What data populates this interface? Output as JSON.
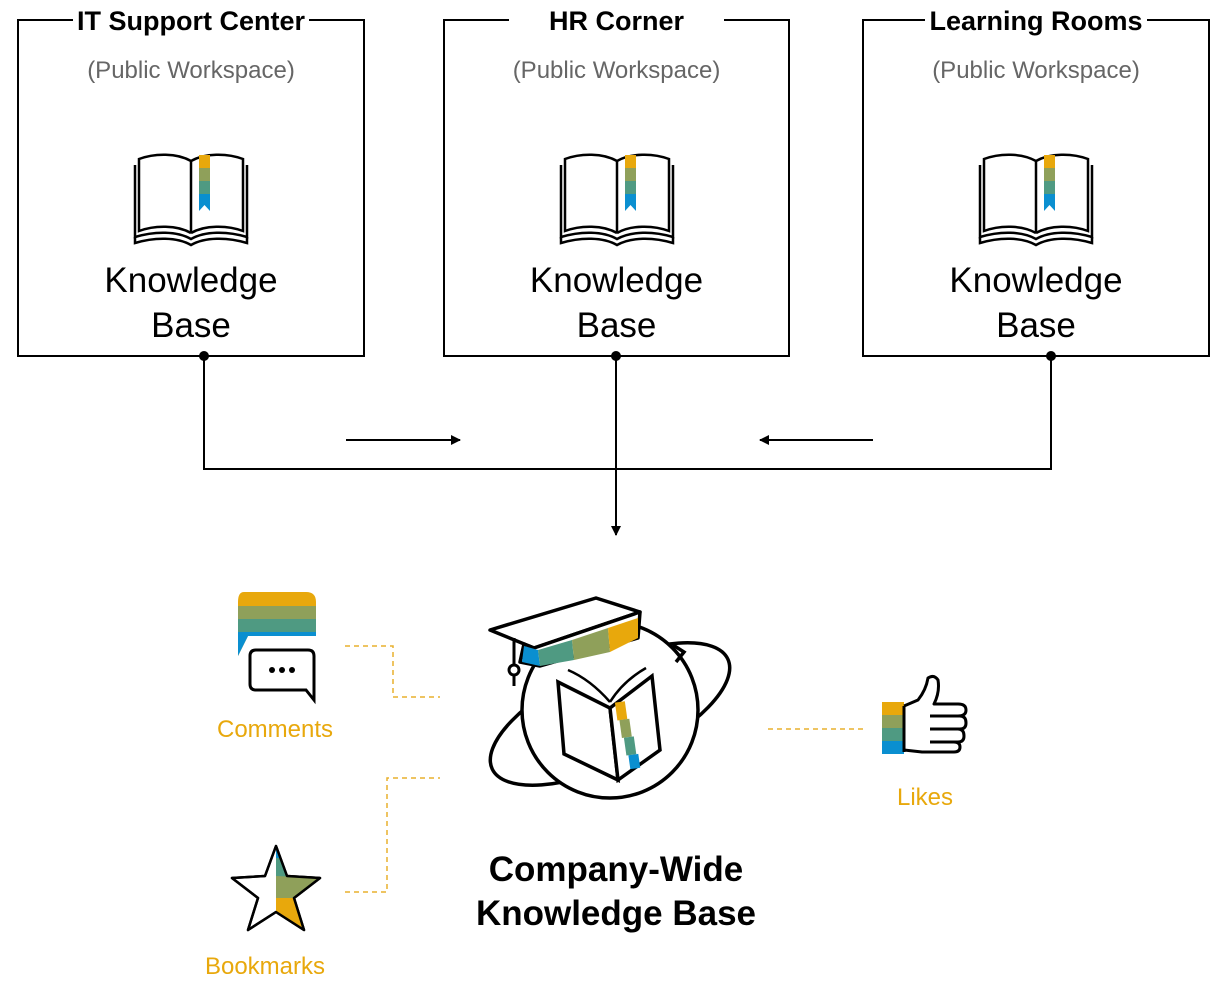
{
  "colors": {
    "accent_orange": "#e8a80c",
    "olive": "#8fa05a",
    "teal": "#4f9a82",
    "blue": "#0a8fd0",
    "connector_dash": "#e8b12f",
    "subtitle_gray": "#666666"
  },
  "workspaces": [
    {
      "title": "IT Support Center",
      "subtitle": "(Public Workspace)",
      "icon": "book-icon",
      "label_line1": "Knowledge",
      "label_line2": "Base"
    },
    {
      "title": "HR Corner",
      "subtitle": "(Public Workspace)",
      "icon": "book-icon",
      "label_line1": "Knowledge",
      "label_line2": "Base"
    },
    {
      "title": "Learning Rooms",
      "subtitle": "(Public Workspace)",
      "icon": "book-icon",
      "label_line1": "Knowledge",
      "label_line2": "Base"
    }
  ],
  "central": {
    "title_line1": "Company-Wide",
    "title_line2": "Knowledge Base",
    "icon": "knowledge-globe-icon"
  },
  "features": {
    "comments": {
      "label": "Comments",
      "icon": "comments-icon"
    },
    "bookmarks": {
      "label": "Bookmarks",
      "icon": "bookmark-star-icon"
    },
    "likes": {
      "label": "Likes",
      "icon": "thumbs-up-icon"
    }
  }
}
